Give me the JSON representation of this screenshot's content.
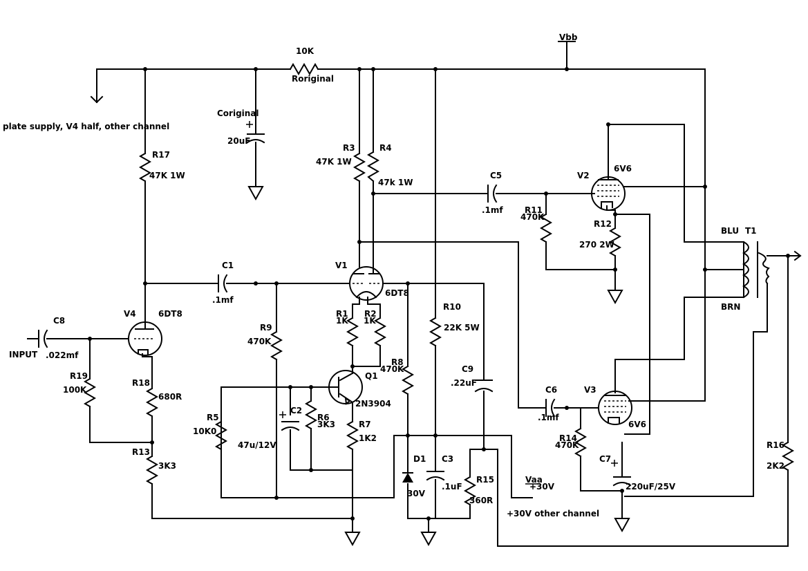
{
  "labels": {
    "vbb": "Vbb",
    "r10k": "10K",
    "roriginal": "Roriginal",
    "plate_supply": "plate supply, V4 half, other channel",
    "coriginal": "Coriginal",
    "c20uf": "20uF",
    "r17": "R17",
    "r17_val": "47K 1W",
    "r3": "R3",
    "r3_val": "47K 1W",
    "r4": "R4",
    "r4_val": "47k 1W",
    "c5": "C5",
    "c5_val": ".1mf",
    "v2": "V2",
    "v2_type": "6V6",
    "r11": "R11",
    "r11_val": "470K",
    "r12": "R12",
    "r12_val": "270 2W",
    "blu": "BLU",
    "t1": "T1",
    "brn": "BRN",
    "c1": "C1",
    "c1_val": ".1mf",
    "v1": "V1",
    "v1_type": "6DT8",
    "r10": "R10",
    "r10_val": "22K 5W",
    "c8": "C8",
    "c8_val": ".022mf",
    "input": "INPUT",
    "v4": "V4",
    "v4_type": "6DT8",
    "r9": "R9",
    "r9_val": "470K",
    "r1": "R1",
    "r1_val": "1K",
    "r2": "R2",
    "r2_val": "1K",
    "r8": "R8",
    "r8_val": "470K",
    "c9": "C9",
    "c9_val": ".22uF",
    "r19": "R19",
    "r19_val": "100K",
    "r18": "R18",
    "r18_val": "680R",
    "q1": "Q1",
    "q1_type": "2N3904",
    "c6": "C6",
    "c6_val": ".1mf",
    "v3": "V3",
    "v3_type": "6V6",
    "r5": "R5",
    "r5_val": "10K0",
    "c2": "C2",
    "c2_val": "47u/12V",
    "r6": "R6",
    "r6_val": "3K3",
    "r7": "R7",
    "r7_val": "1K2",
    "r14": "R14",
    "r14_val": "470K",
    "c7": "C7",
    "c7_val": "220uF/25V",
    "r16": "R16",
    "r16_val": "2K2",
    "r13": "R13",
    "r13_val": "3K3",
    "d1": "D1",
    "d1_val": "30V",
    "c3": "C3",
    "c3_val": ".1uF",
    "r15": "R15",
    "r15_val": "360R",
    "vaa": "Vaa",
    "plus30": "+30V",
    "plus30_other": "+30V other channel"
  }
}
